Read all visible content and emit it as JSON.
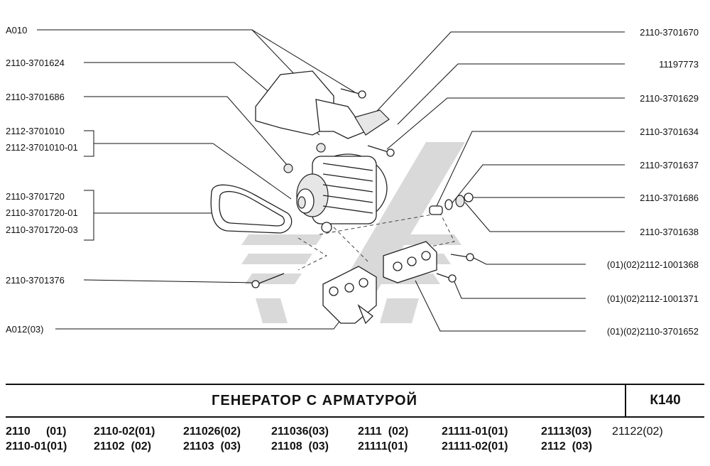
{
  "callouts_left": [
    {
      "id": "l1",
      "text": "А010"
    },
    {
      "id": "l2",
      "text": "2110-3701624"
    },
    {
      "id": "l3",
      "text": "2110-3701686"
    },
    {
      "id": "l4",
      "text": "2112-3701010"
    },
    {
      "id": "l5",
      "text": "2112-3701010-01"
    },
    {
      "id": "l6",
      "text": "2110-3701720"
    },
    {
      "id": "l7",
      "text": "2110-3701720-01"
    },
    {
      "id": "l8",
      "text": "2110-3701720-03"
    },
    {
      "id": "l9",
      "text": "2110-3701376"
    },
    {
      "id": "l10",
      "text": "А012(03)"
    }
  ],
  "callouts_right": [
    {
      "id": "r1",
      "text": "2110-3701670"
    },
    {
      "id": "r2",
      "text": "11197773"
    },
    {
      "id": "r3",
      "text": "2110-3701629"
    },
    {
      "id": "r4",
      "text": "2110-3701634"
    },
    {
      "id": "r5",
      "text": "2110-3701637"
    },
    {
      "id": "r6",
      "text": "2110-3701686"
    },
    {
      "id": "r7",
      "text": "2110-3701638"
    },
    {
      "id": "r8",
      "text": "(01)(02)2112-1001368"
    },
    {
      "id": "r9",
      "text": "(01)(02)2112-1001371"
    },
    {
      "id": "r10",
      "text": "(01)(02)2110-3701652"
    }
  ],
  "title": "ГЕНЕРАТОР  С  АРМАТУРОЙ",
  "page_code": "К140",
  "models": [
    [
      "2110     (01)",
      "2110-01(01)"
    ],
    [
      "2110-02(01)",
      "21102  (02)"
    ],
    [
      "211026(02)",
      "21103  (03)"
    ],
    [
      "211036(03)",
      "21108  (03)"
    ],
    [
      "2111  (02)",
      "21111(01)"
    ],
    [
      "21111-01(01)",
      "21111-02(01)"
    ],
    [
      "21113(03)",
      "2112  (03)"
    ],
    [
      "21122(02)",
      ""
    ]
  ]
}
